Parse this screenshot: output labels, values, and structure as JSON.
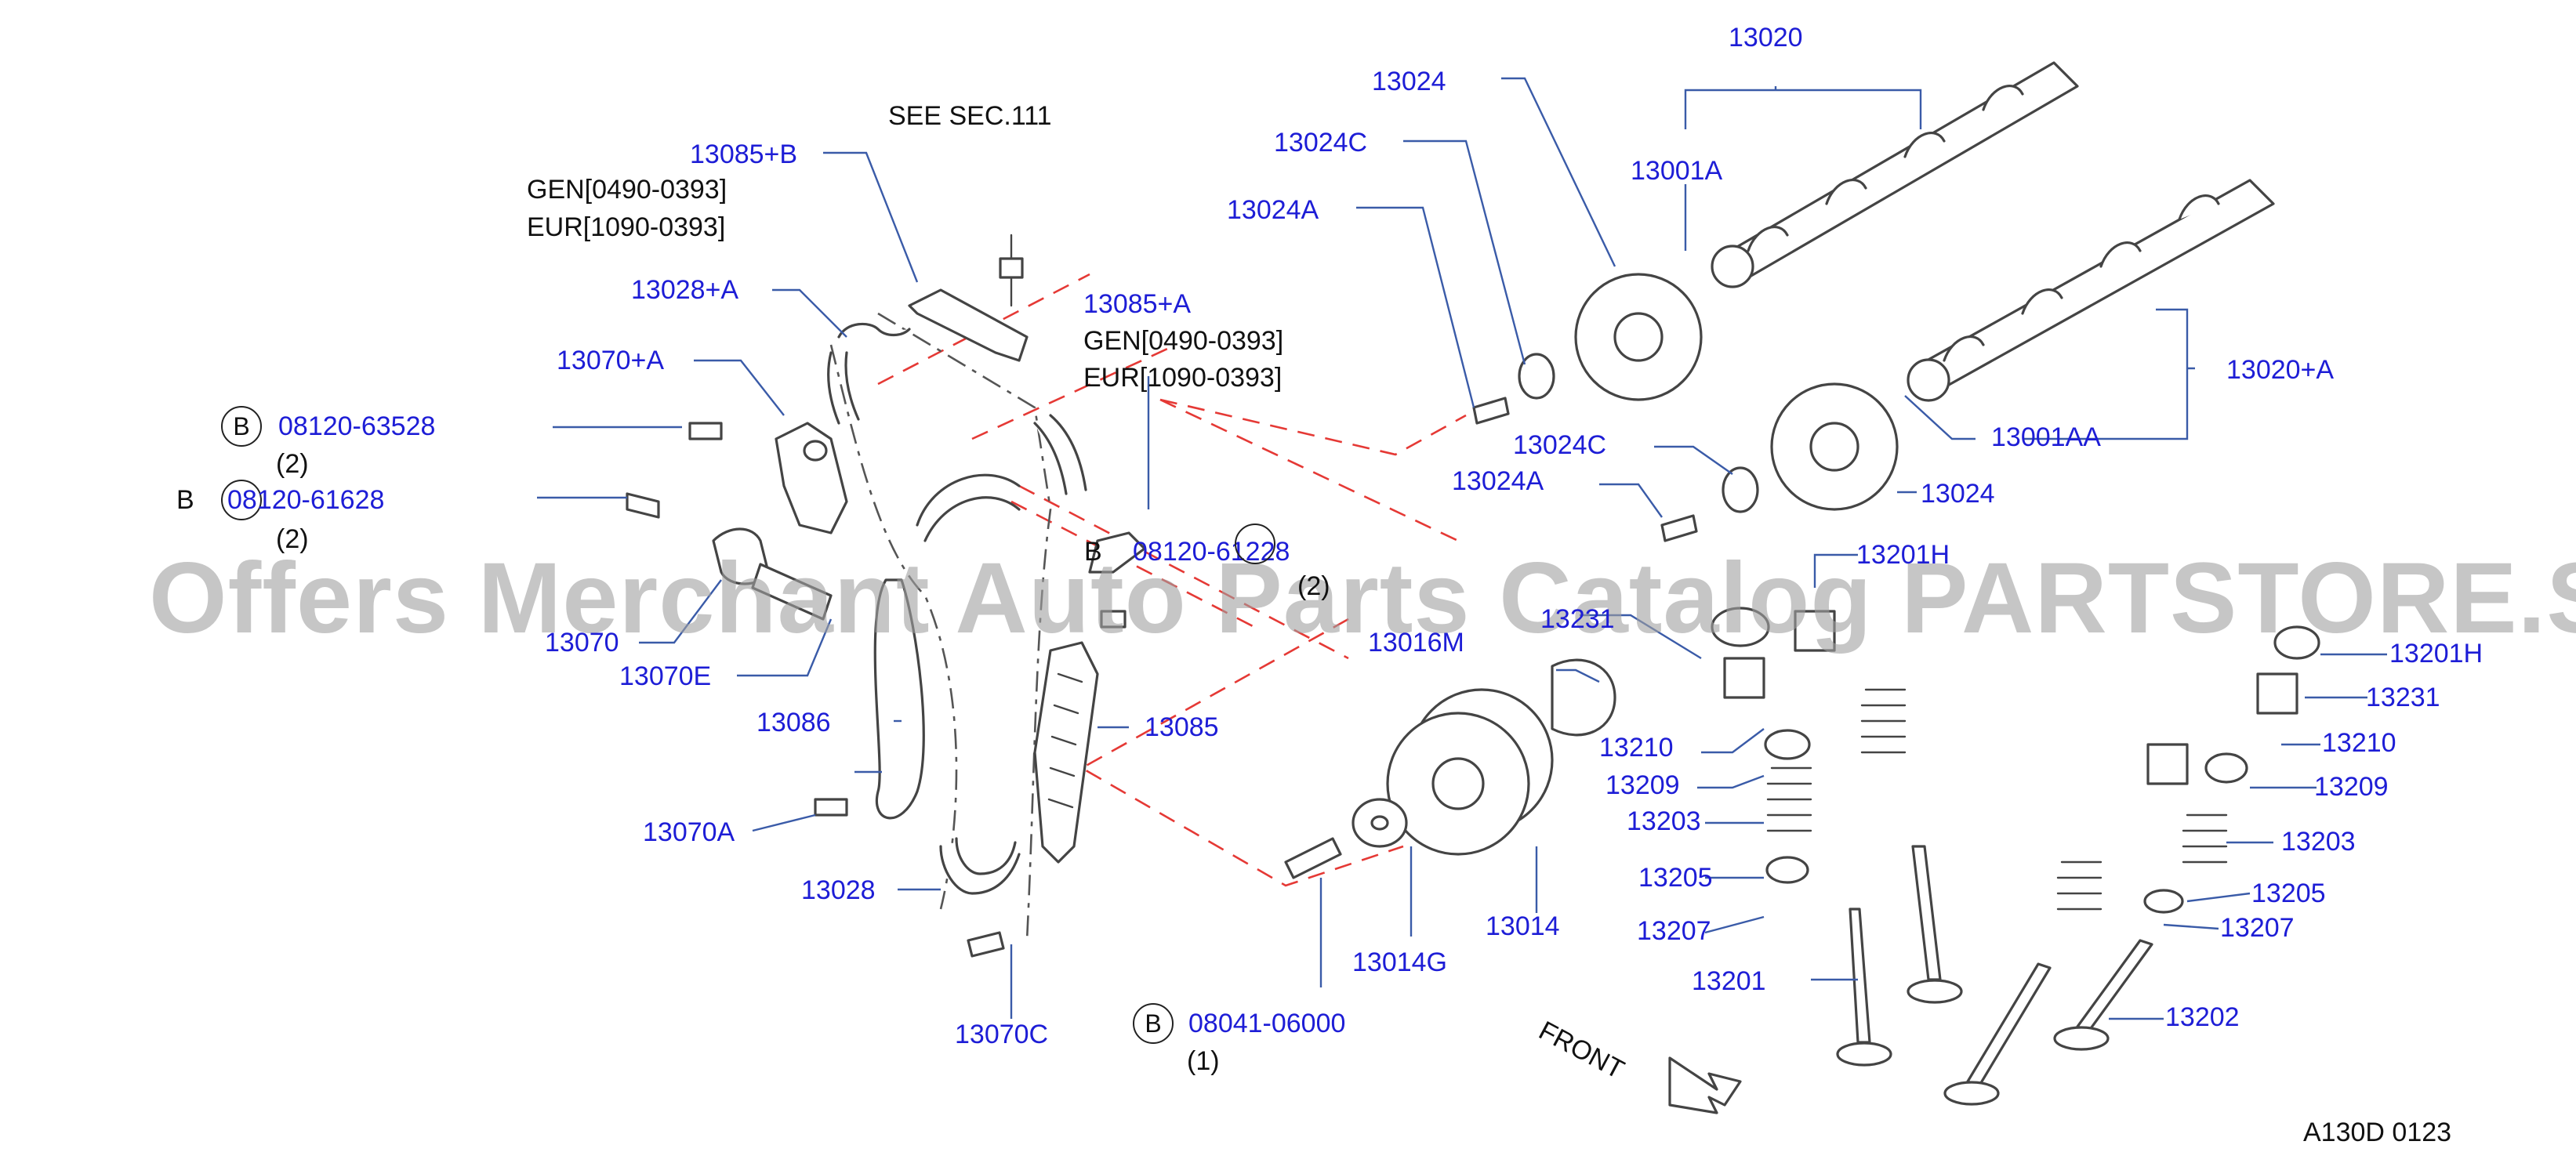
{
  "watermark": "Offers Merchant Auto Parts Catalog PARTSTORE.SA",
  "colors": {
    "label": "#1d1dd6",
    "text": "#111111",
    "dashed": "#e53935",
    "leader": "#3a5ba8"
  },
  "labels": {
    "see": "SEE   SEC.111",
    "p13085b": "13085+B",
    "gen1": "GEN[0490-0393]",
    "eur1": "EUR[1090-0393]",
    "p13028a": "13028+A",
    "p13070a_top": "13070+A",
    "bolt1": "08120-63528",
    "bolt1_qty": "(2)",
    "b_letter": "B",
    "bolt2": "08120-61628",
    "bolt2_qty": "(2)",
    "p13070": "13070",
    "p13070e": "13070E",
    "p13086": "13086",
    "p13070a": "13070A",
    "p13028": "13028",
    "p13070c": "13070C",
    "p13085a": "13085+A",
    "gen2": "GEN[0490-0393]",
    "eur2": "EUR[1090-0393]",
    "bolt3": "08120-61228",
    "bolt3_qty": "(2)",
    "p13085": "13085",
    "p13016m": "13016M",
    "p13014": "13014",
    "p13014g": "13014G",
    "bolt4": "08041-06000",
    "bolt4_qty": "(1)",
    "p13020": "13020",
    "p13024_top": "13024",
    "p13024c_top": "13024C",
    "p13024a_top": "13024A",
    "p13001a": "13001A",
    "p13020a": "13020+A",
    "p13001aa": "13001AA",
    "p13024c": "13024C",
    "p13024a": "13024A",
    "p13024": "13024",
    "p13201h_a": "13201H",
    "p13231_a": "13231",
    "p13210_a": "13210",
    "p13209_a": "13209",
    "p13203_a": "13203",
    "p13205_a": "13205",
    "p13207_a": "13207",
    "p13201": "13201",
    "p13201h_b": "13201H",
    "p13231_b": "13231",
    "p13210_b": "13210",
    "p13209_b": "13209",
    "p13203_b": "13203",
    "p13205_b": "13205",
    "p13207_b": "13207",
    "p13202": "13202",
    "front": "FRONT",
    "code": "A130D   0123"
  }
}
